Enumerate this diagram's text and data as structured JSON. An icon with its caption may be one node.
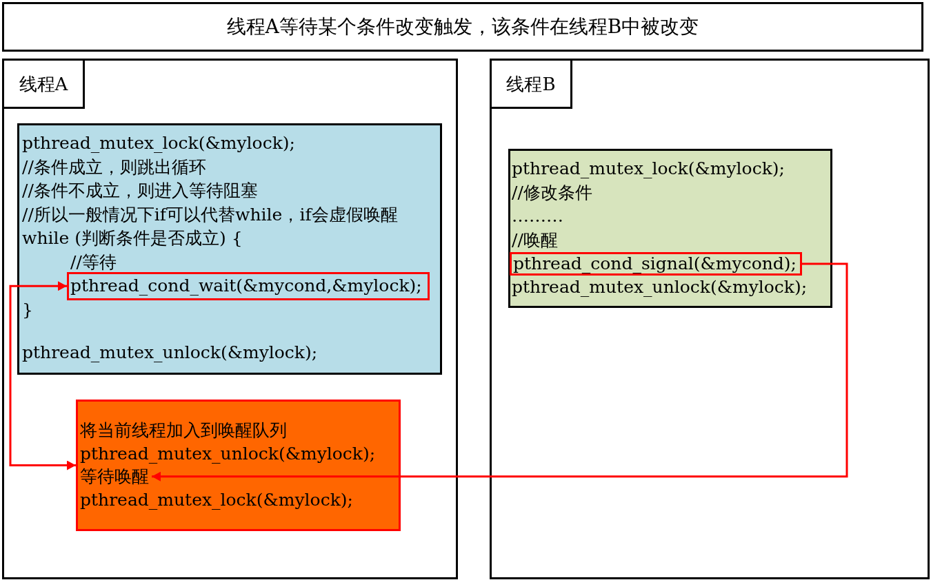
{
  "diagram": {
    "title": "线程A等待某个条件改变触发，该条件在线程B中被改变",
    "nodes": [
      {
        "text": [
          "线程A"
        ]
      },
      {
        "text": [
          "pthread_mutex_lock(&mylock);",
          "//条件成立，则跳出循环",
          "//条件不成立，则进入等待阻塞",
          "//所以一般情况下if可以代替while，if会虚假唤醒",
          "while (判断条件是否成立) {",
          "//等待",
          "}",
          "pthread_mutex_unlock(&mylock);"
        ],
        "in": 0
      },
      {
        "text": [
          "pthread_cond_wait(&mycond,&mylock);"
        ],
        "in": 1
      },
      {
        "text": [
          "将当前线程加入到唤醒队列",
          "pthread_mutex_unlock(&mylock);",
          "pthread_mutex_lock(&mylock);"
        ],
        "in": 0
      },
      {
        "text": [
          "等待唤醒"
        ],
        "in": 3
      },
      {
        "text": [
          "线程B"
        ]
      },
      {
        "text": [
          "pthread_mutex_lock(&mylock);",
          "//修改条件",
          "………",
          "//唤醒",
          "pthread_mutex_unlock(&mylock);"
        ],
        "in": 5
      },
      {
        "text": [
          "pthread_cond_signal(&mycond);"
        ],
        "in": 6
      }
    ],
    "edges": [
      {
        "from": 2,
        "to": 3,
        "arrow": "both"
      },
      {
        "from": 7,
        "to": 4,
        "arrow": "to"
      }
    ]
  }
}
